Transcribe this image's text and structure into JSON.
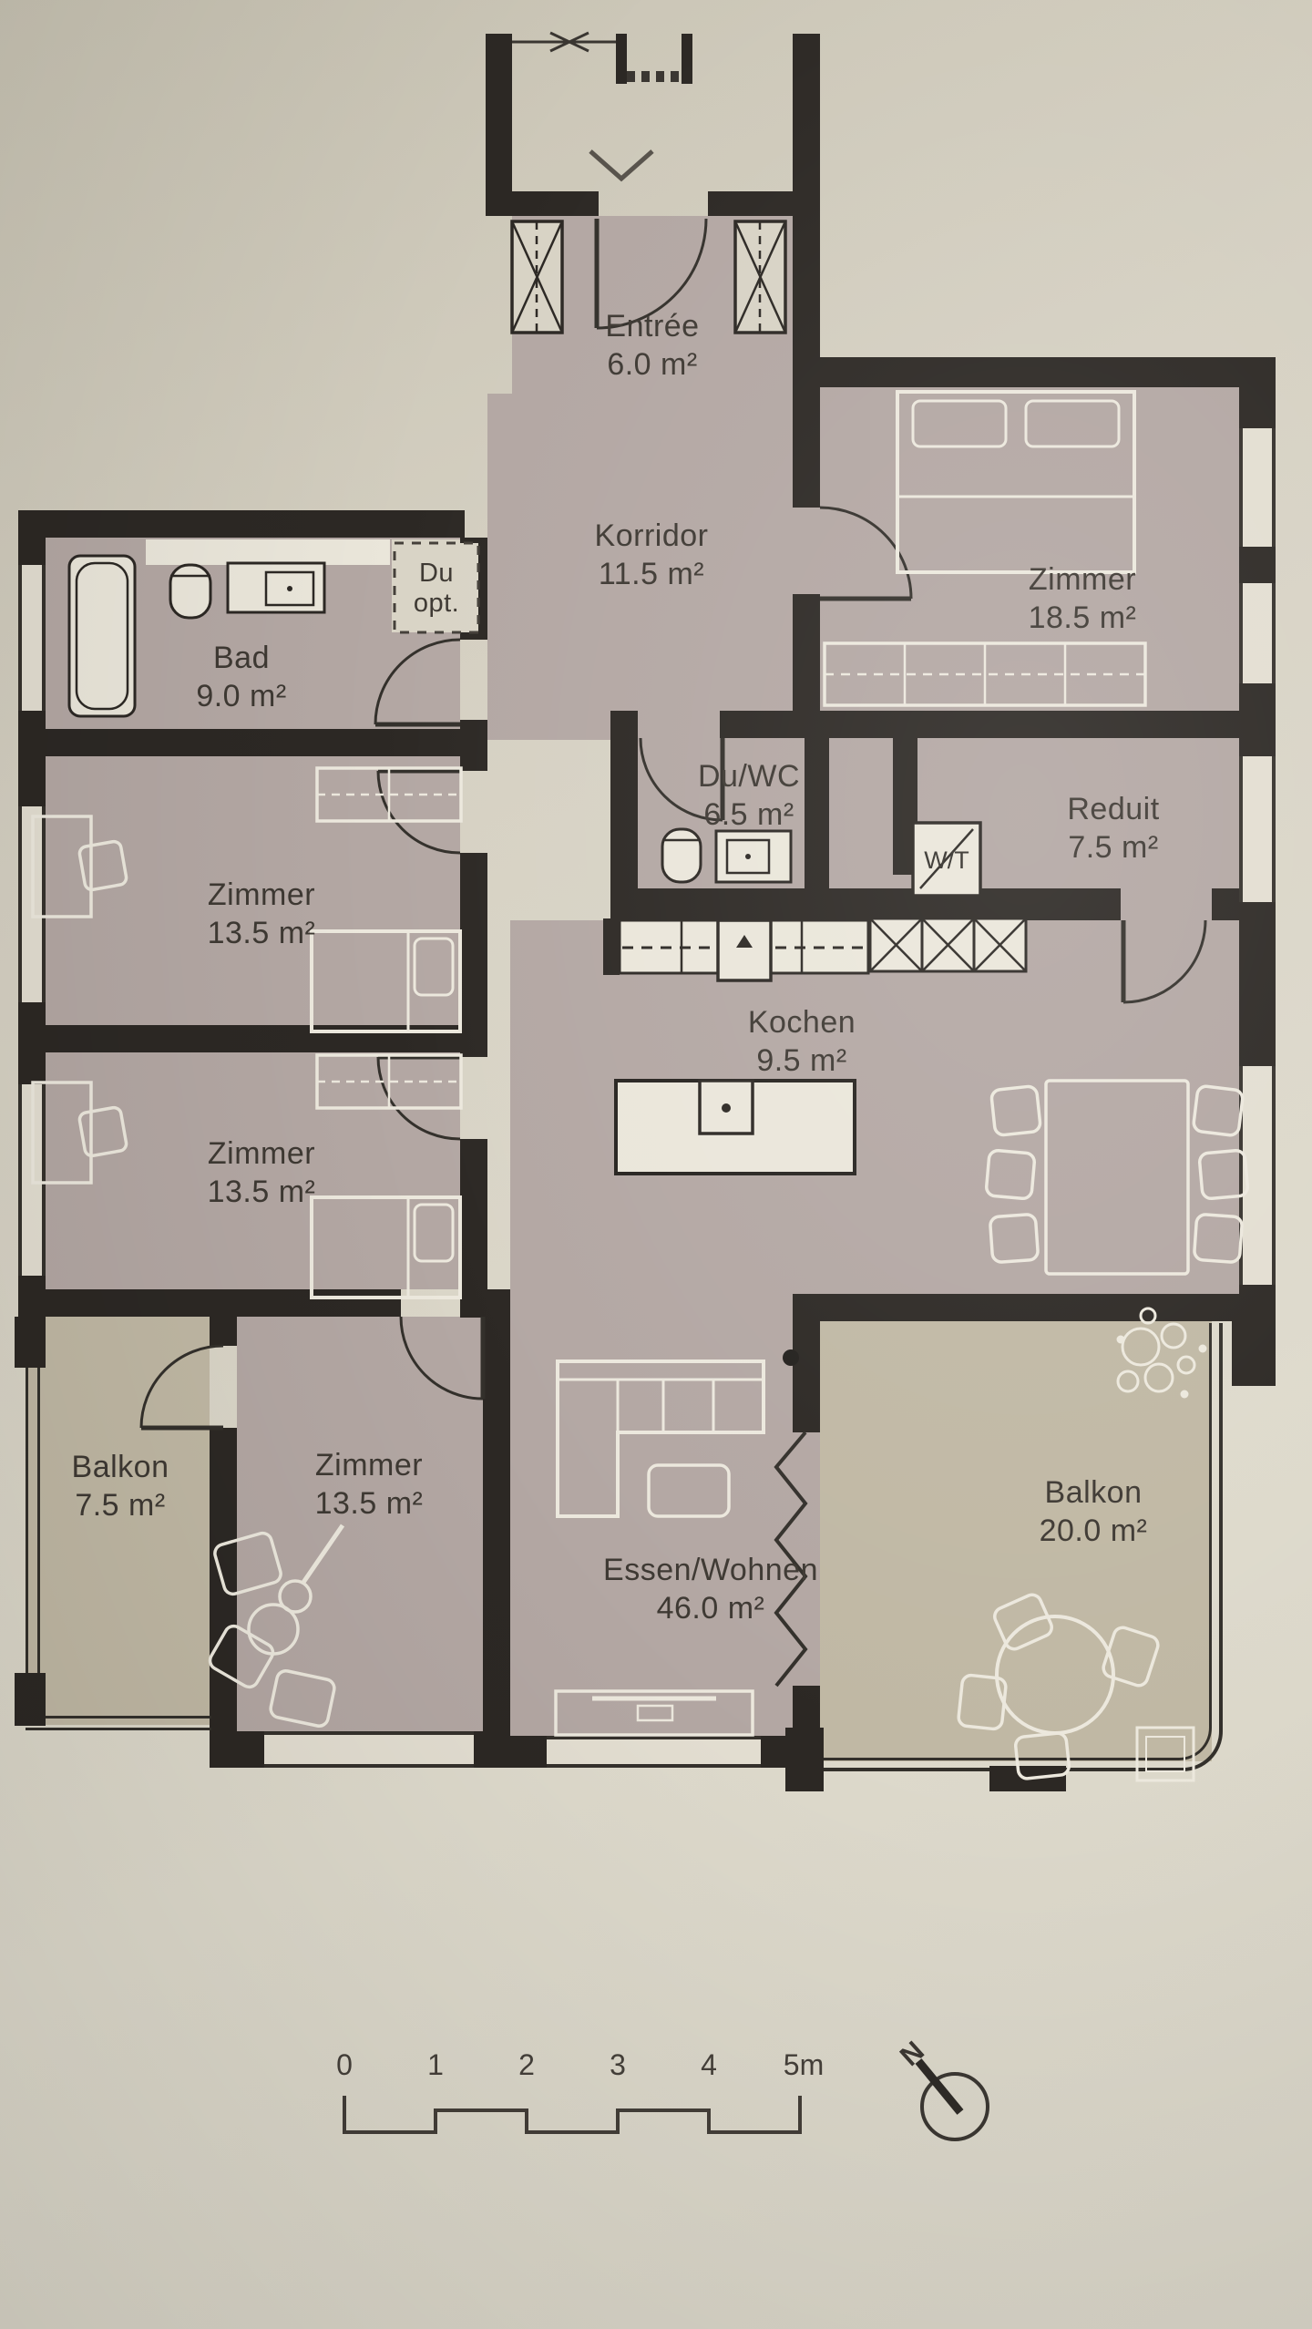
{
  "rooms": {
    "entree": {
      "name": "Entrée",
      "area": "6.0 m²"
    },
    "korridor": {
      "name": "Korridor",
      "area": "11.5 m²"
    },
    "zimmer_nordost": {
      "name": "Zimmer",
      "area": "18.5 m²"
    },
    "bad": {
      "name": "Bad",
      "area": "9.0 m²"
    },
    "du_wc": {
      "name": "Du/WC",
      "area": "6.5 m²"
    },
    "reduit": {
      "name": "Reduit",
      "area": "7.5 m²"
    },
    "zimmer_west1": {
      "name": "Zimmer",
      "area": "13.5 m²"
    },
    "zimmer_west2": {
      "name": "Zimmer",
      "area": "13.5 m²"
    },
    "kochen": {
      "name": "Kochen",
      "area": "9.5 m²"
    },
    "balkon_west": {
      "name": "Balkon",
      "area": "7.5 m²"
    },
    "zimmer_sued": {
      "name": "Zimmer",
      "area": "13.5 m²"
    },
    "essen_wohnen": {
      "name": "Essen/Wohnen",
      "area": "46.0 m²"
    },
    "balkon_sued": {
      "name": "Balkon",
      "area": "20.0 m²"
    }
  },
  "annotations": {
    "du_opt_line1": "Du",
    "du_opt_line2": "opt.",
    "washer_tower": "W/T"
  },
  "scale_bar": {
    "t0": "0",
    "t1": "1",
    "t2": "2",
    "t3": "3",
    "t4": "4",
    "t5": "5m"
  },
  "compass": {
    "north": "N"
  },
  "colors": {
    "wall": "#2c2824",
    "floor": "#b3a7a3",
    "balcony": "#c0b8a4",
    "paper": "#d9d4c6",
    "furniture": "#ece8dd"
  }
}
